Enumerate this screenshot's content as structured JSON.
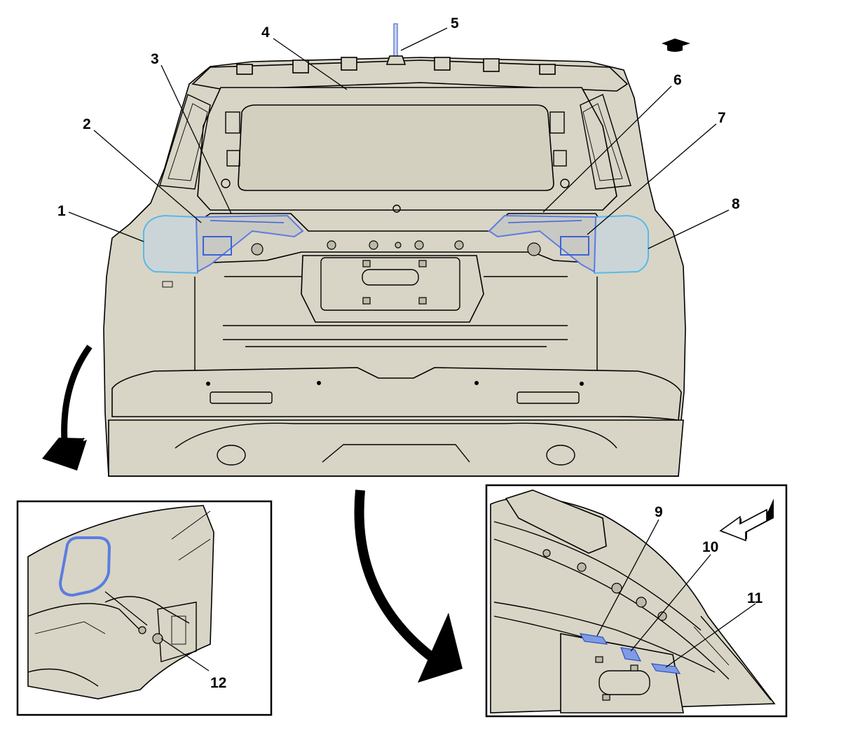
{
  "callouts": {
    "c1": "1",
    "c2": "2",
    "c3": "3",
    "c4": "4",
    "c5": "5",
    "c6": "6",
    "c7": "7",
    "c8": "8",
    "c9": "9",
    "c10": "10",
    "c11": "11",
    "c12": "12"
  },
  "colors": {
    "body": "#d8d5c6",
    "highlight_blue": "#3b63d8",
    "highlight_cyan": "#5ab8e8",
    "outline": "#000000"
  },
  "icons": {
    "top_right": "graduation-cap-icon",
    "view_arrow": "view-direction-arrow-icon",
    "curved_arrow": "curved-arrow-icon"
  }
}
